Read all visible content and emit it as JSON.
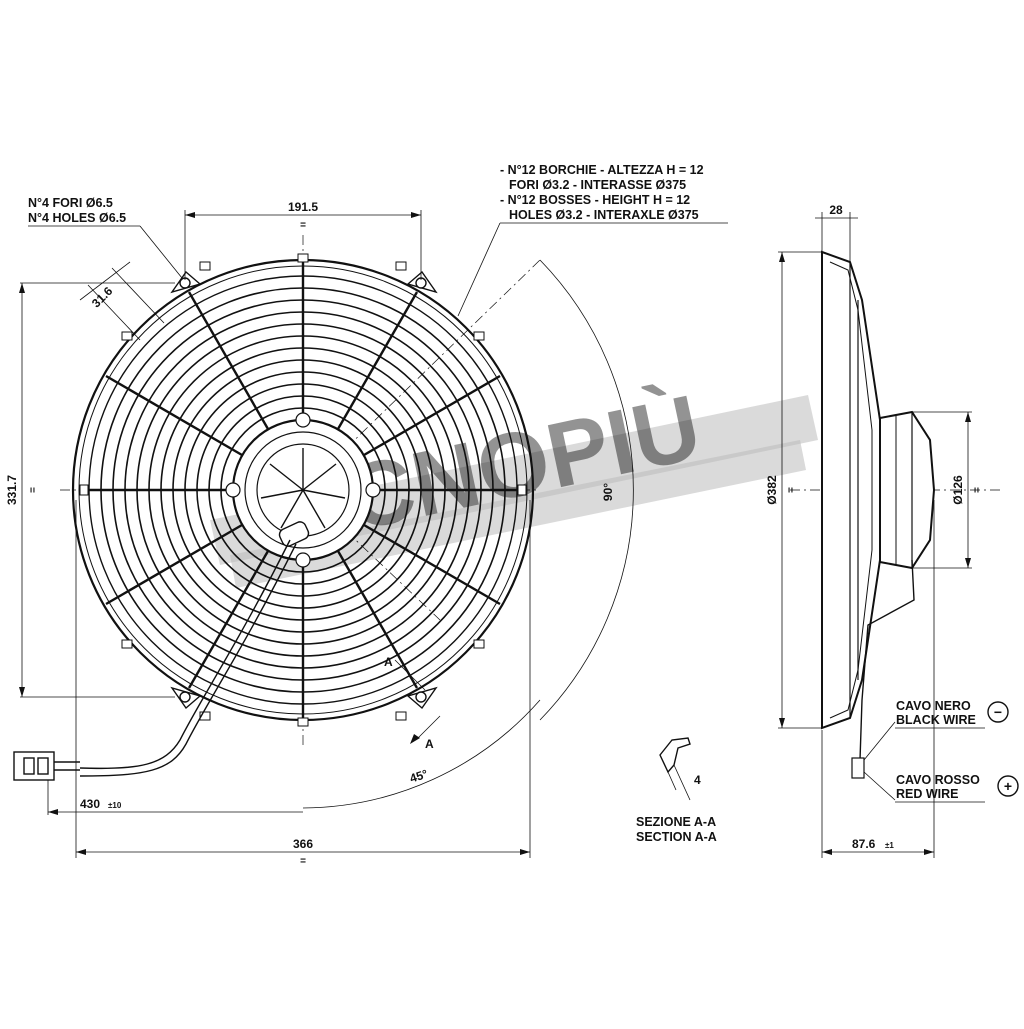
{
  "front_view": {
    "holes_note_it": "N°4 FORI Ø6.5",
    "holes_note_en": "N°4 HOLES Ø6.5",
    "bosses_note": [
      "- N°12 BORCHIE - ALTEZZA H = 12",
      "FORI Ø3.2 - INTERASSE Ø375",
      "- N°12 BOSSES - HEIGHT H = 12",
      "HOLES Ø3.2 - INTERAXLE Ø375"
    ],
    "dim_top": "191.5",
    "dim_left": "331.7",
    "dim_small": "31.6",
    "dim_angle_90": "90°",
    "dim_angle_45": "45°",
    "dim_cable": "430",
    "dim_cable_tol": "±10",
    "dim_bottom": "366",
    "section_mark": "A"
  },
  "section": {
    "label_it": "SEZIONE A-A",
    "label_en": "SECTION A-A",
    "thickness": "4"
  },
  "side_view": {
    "dim_top": "28",
    "dim_diameter": "Ø382",
    "dim_motor": "Ø126",
    "dim_bottom": "87.6",
    "dim_bottom_tol": "±1",
    "black_wire_it": "CAVO NERO",
    "black_wire_en": "BLACK WIRE",
    "black_sign": "−",
    "red_wire_it": "CAVO ROSSO",
    "red_wire_en": "RED WIRE",
    "red_sign": "+"
  },
  "watermark": {
    "text": "ECNOPIÙ"
  }
}
